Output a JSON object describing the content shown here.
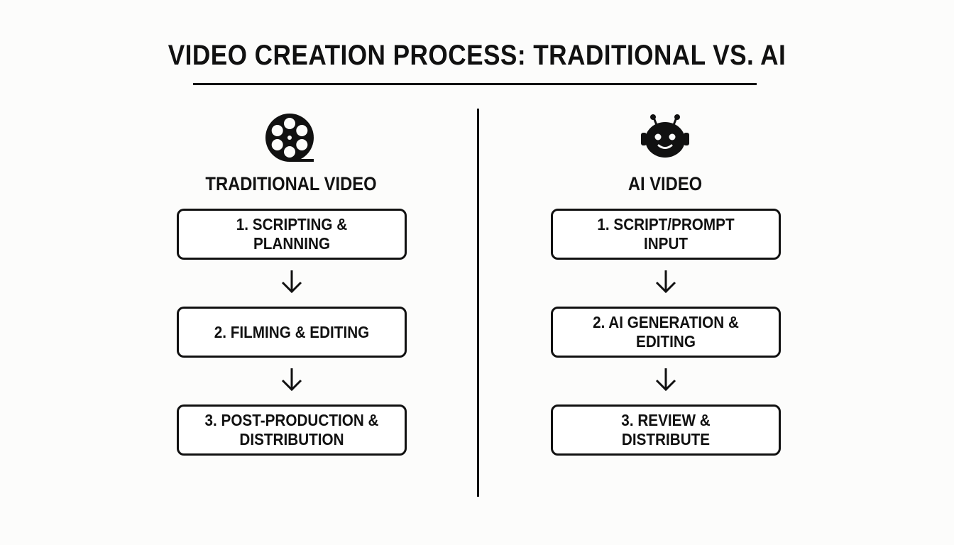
{
  "title": "VIDEO CREATION PROCESS: TRADITIONAL VS. AI",
  "columns": [
    {
      "heading": "TRADITIONAL VIDEO",
      "icon": "film-reel-icon",
      "steps": [
        "1. SCRIPTING & PLANNING",
        "2. FILMING & EDITING",
        "3. POST-PRODUCTION & DISTRIBUTION"
      ]
    },
    {
      "heading": "AI VIDEO",
      "icon": "robot-icon",
      "steps": [
        "1. SCRIPT/PROMPT INPUT",
        "2. AI GENERATION & EDITING",
        "3. REVIEW & DISTRIBUTE"
      ]
    }
  ],
  "colors": {
    "ink": "#111111",
    "background": "#fcfcfb"
  }
}
